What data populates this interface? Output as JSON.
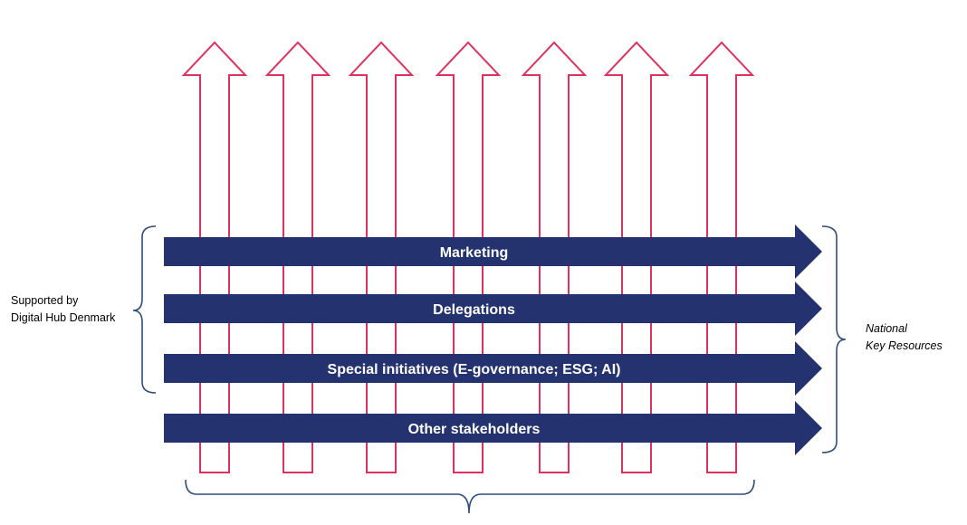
{
  "colors": {
    "vertical_arrow_stroke": "#E0305C",
    "horizontal_arrow_fill": "#243370",
    "bracket_stroke": "#2E4D7B",
    "label_text": "#FFFFFF"
  },
  "vertical_arrows": [
    {
      "name": "vertical-arrow-1"
    },
    {
      "name": "vertical-arrow-2"
    },
    {
      "name": "vertical-arrow-3"
    },
    {
      "name": "vertical-arrow-4"
    },
    {
      "name": "vertical-arrow-5"
    },
    {
      "name": "vertical-arrow-6"
    },
    {
      "name": "vertical-arrow-7"
    }
  ],
  "horizontal_arrows": [
    {
      "label": "Marketing"
    },
    {
      "label": "Delegations"
    },
    {
      "label": "Special initiatives (E-governance; ESG; AI)"
    },
    {
      "label": "Other stakeholders"
    }
  ],
  "left_label": {
    "line1": "Supported by",
    "line2": "Digital Hub Denmark"
  },
  "right_label": {
    "line1": "National",
    "line2": "Key Resources"
  }
}
